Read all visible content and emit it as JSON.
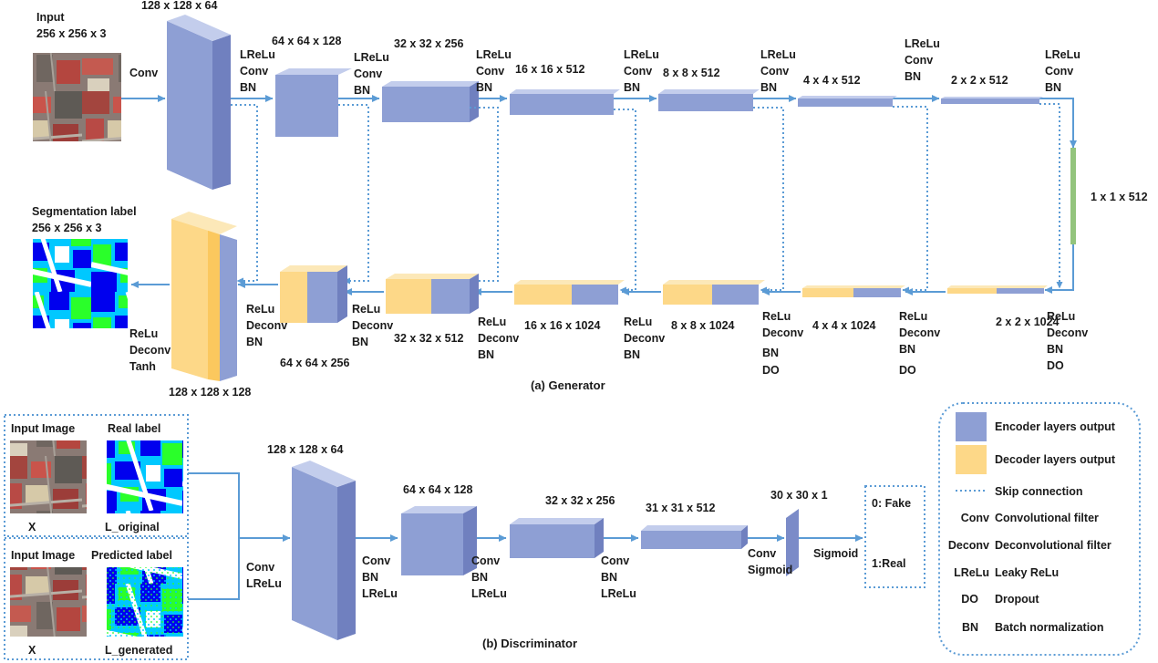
{
  "generator": {
    "input": {
      "label": "Input",
      "dims": "256 x 256 x 3",
      "op": "Conv"
    },
    "encoder": [
      {
        "dims": "128 x 128 x 64",
        "ops": [
          "LReLu",
          "Conv",
          "BN"
        ]
      },
      {
        "dims": "64 x 64 x 128",
        "ops": [
          "LReLu",
          "Conv",
          "BN"
        ]
      },
      {
        "dims": "32 x 32 x 256",
        "ops": [
          "LReLu",
          "Conv",
          "BN"
        ]
      },
      {
        "dims": "16 x 16 x 512",
        "ops": [
          "LReLu",
          "Conv",
          "BN"
        ]
      },
      {
        "dims": "8 x 8 x 512",
        "ops": [
          "LReLu",
          "Conv",
          "BN"
        ]
      },
      {
        "dims": "4 x 4 x 512",
        "ops": [
          "LReLu",
          "Conv",
          "BN"
        ]
      },
      {
        "dims": "2 x 2 x 512",
        "ops": [
          "LReLu",
          "Conv",
          "BN"
        ]
      }
    ],
    "bottleneck": {
      "dims": "1 x 1 x 512"
    },
    "decoder": [
      {
        "dims": "2 x 2 x 1024",
        "ops": [
          "ReLu",
          "Deconv",
          "BN",
          "DO"
        ]
      },
      {
        "dims": "4 x 4 x 1024",
        "ops": [
          "ReLu",
          "Deconv",
          "BN",
          "DO"
        ]
      },
      {
        "dims": "8 x 8 x 1024",
        "ops": [
          "ReLu",
          "Deconv",
          "BN",
          "DO"
        ]
      },
      {
        "dims": "16 x 16 x 1024",
        "ops": [
          "ReLu",
          "Deconv",
          "BN"
        ]
      },
      {
        "dims": "32 x 32 x 512",
        "ops": [
          "ReLu",
          "Deconv",
          "BN"
        ]
      },
      {
        "dims": "64 x 64 x 256",
        "ops": [
          "ReLu",
          "Deconv",
          "BN"
        ]
      },
      {
        "dims": "128 x 128 x 128",
        "ops": [
          "ReLu",
          "Deconv",
          "Tanh"
        ]
      }
    ],
    "output": {
      "label": "Segmentation label",
      "dims": "256 x 256 x 3"
    },
    "caption": "(a) Generator"
  },
  "discriminator": {
    "pair_real": {
      "image_label": "Input Image",
      "label_label": "Real label",
      "x": "X",
      "l": "L_original"
    },
    "pair_fake": {
      "image_label": "Input Image",
      "label_label": "Predicted label",
      "x": "X",
      "l": "L_generated"
    },
    "input_ops": [
      "Conv",
      "LReLu"
    ],
    "layers": [
      {
        "dims": "128 x 128 x 64"
      },
      {
        "dims": "64 x 64 x 128",
        "ops": [
          "Conv",
          "BN",
          "LReLu"
        ]
      },
      {
        "dims": "32 x 32 x 256",
        "ops": [
          "Conv",
          "BN",
          "LReLu"
        ]
      },
      {
        "dims": "31 x 31 x 512",
        "ops": [
          "Conv",
          "BN",
          "LReLu"
        ]
      },
      {
        "dims": "30 x 30 x 1",
        "ops": [
          "Conv",
          "Sigmoid"
        ]
      }
    ],
    "output_op": "Sigmoid",
    "outputs": {
      "fake": "0: Fake",
      "real": "1:Real"
    },
    "caption": "(b) Discriminator"
  },
  "legend": {
    "encoder": "Encoder layers output",
    "decoder": "Decoder layers output",
    "skip": "Skip connection",
    "abbrevs": [
      {
        "abbr": "Conv",
        "text": "Convolutional filter"
      },
      {
        "abbr": "Deconv",
        "text": "Deconvolutional filter"
      },
      {
        "abbr": "LReLu",
        "text": "Leaky ReLu"
      },
      {
        "abbr": "DO",
        "text": "Dropout"
      },
      {
        "abbr": "BN",
        "text": "Batch normalization"
      }
    ]
  },
  "colors": {
    "encoder_front": "#8e9fd4",
    "decoder_front": "#fdd888",
    "arrow": "#5b9bd5"
  }
}
